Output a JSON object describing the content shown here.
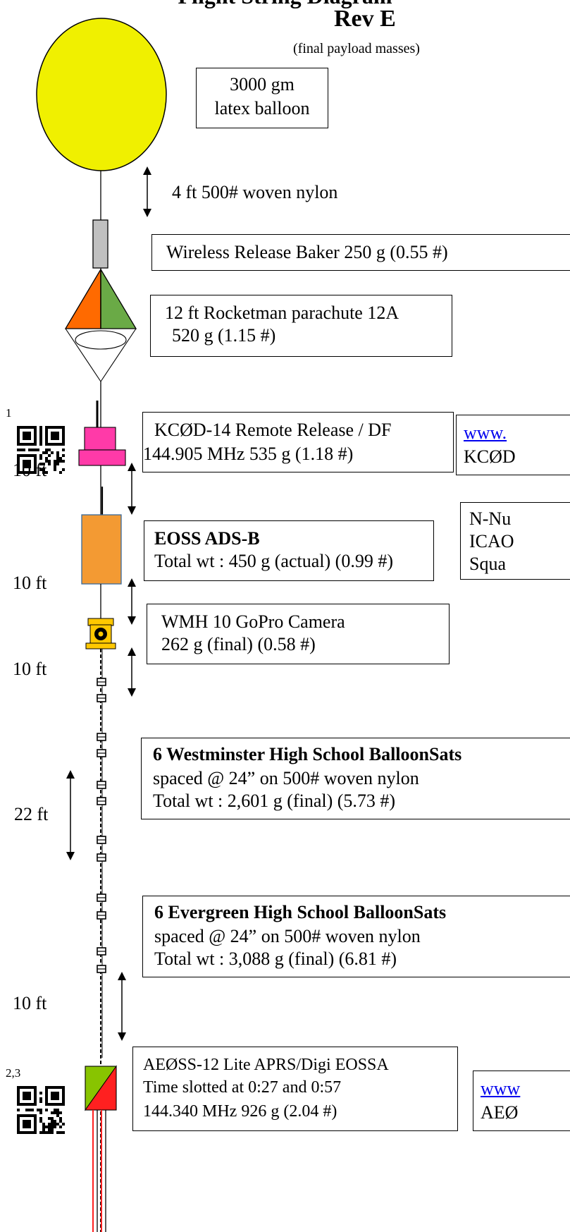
{
  "header": {
    "title_partial": "Flight String Diagram",
    "rev": "Rev E",
    "subtitle": "(final payload masses)"
  },
  "balloon": {
    "line1": "3000 gm",
    "line2": "latex balloon",
    "color": "#f0f000"
  },
  "tether_top": {
    "label": "4 ft 500# woven nylon"
  },
  "release": {
    "label": "Wireless Release Baker 250 g (0.55 #)",
    "color": "#c0c0c0"
  },
  "parachute": {
    "line1": "12 ft Rocketman parachute 12A",
    "line2": "520 g (1.15 #)",
    "colors": {
      "left": "#ff6a00",
      "right": "#6aaa46"
    }
  },
  "remote_release": {
    "footnote": "1",
    "line1": "KCØD-14 Remote Release  / DF",
    "line2": "144.905 MHz 535 g (1.18 #)",
    "link_text": "www.",
    "side_text": "KCØD",
    "color": "#ff3aa8"
  },
  "spacing": {
    "a": "10 ft",
    "b": "10 ft",
    "c": "10 ft",
    "d": "22 ft",
    "e": "10 ft"
  },
  "adsb": {
    "line1": "EOSS ADS-B",
    "line2": "Total wt :  450 g (actual) (0.99 #)",
    "side_lines": [
      "N-Nu",
      "ICAO",
      "Squa"
    ],
    "color": "#f39a33"
  },
  "camera": {
    "line1": "WMH 10 GoPro Camera",
    "line2": " 262 g (final) (0.58 #)",
    "color": "#ffc800"
  },
  "westminster": {
    "line1": "6 Westminster High School BalloonSats",
    "line2": "spaced @ 24” on 500# woven nylon",
    "line3": "Total wt : 2,601 g (final) (5.73 #)"
  },
  "evergreen": {
    "line1": "6 Evergreen High School BalloonSats",
    "line2": "spaced @ 24” on 500# woven nylon",
    "line3": "Total wt : 3,088 g (final) (6.81 #)"
  },
  "aprs": {
    "footnote": "2,3",
    "line1": "AEØSS-12 Lite APRS/Digi  EOSSA",
    "line2": "Time slotted at 0:27 and 0:57",
    "line3": "144.340 MHz   926 g (2.04 #)",
    "link_text": "www",
    "side_text": "AEØ",
    "colors": {
      "a": "#88c400",
      "b": "#ff2020"
    }
  }
}
